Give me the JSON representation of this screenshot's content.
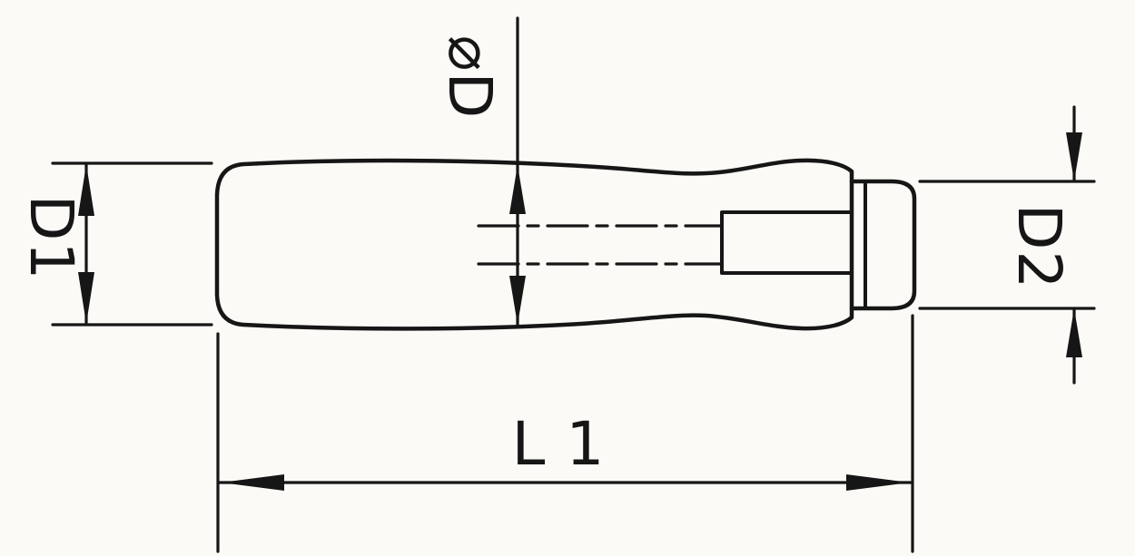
{
  "colors": {
    "paper": "#fbfaf7",
    "ink": "#161616"
  },
  "labels": {
    "diameter_top": "⌀D",
    "d1_left": "D1",
    "d2_right": "D2",
    "l1_bottom": "L 1"
  }
}
